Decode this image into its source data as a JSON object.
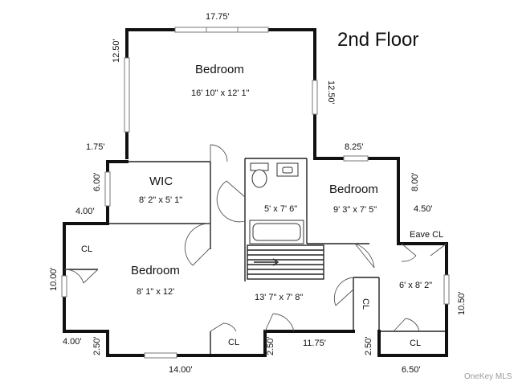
{
  "title": "2nd Floor",
  "watermark": "OneKey MLS",
  "rooms": {
    "bedroom_main": {
      "name": "Bedroom",
      "dims": "16' 10\" x 12' 1\""
    },
    "wic": {
      "name": "WIC",
      "dims": "8' 2\" x 5' 1\""
    },
    "bath": {
      "dims": "5' x 7' 6\""
    },
    "bedroom_right": {
      "name": "Bedroom",
      "dims": "9' 3\" x 7' 5\""
    },
    "eave": {
      "name": "Eave CL",
      "dims": "6' x 8' 2\""
    },
    "cl_left": {
      "name": "CL"
    },
    "bedroom_left": {
      "name": "Bedroom",
      "dims": "8' 1\" x 12'"
    },
    "hall": {
      "dims": "13' 7\" x 7' 8\""
    },
    "cl_bottom": {
      "name": "CL"
    },
    "cl_center": {
      "name": "CL"
    },
    "cl_right": {
      "name": "CL"
    }
  },
  "measurements": {
    "top_width": "17.75'",
    "top_left_height": "12.50'",
    "top_right_height": "12.50'",
    "left_jog": "1.75'",
    "wic_height": "6.00'",
    "left_step": "4.00'",
    "left_height": "10.00'",
    "bottom_left_step": "4.00'",
    "bottom_left_jog": "2.50'",
    "bottom_width": "14.00'",
    "bottom_mid_jog": "2.50'",
    "bottom_mid_width": "11.75'",
    "bottom_right_jog": "2.50'",
    "bottom_right_width": "6.50'",
    "right_height": "10.50'",
    "right_step": "4.50'",
    "right_jog": "8.00'",
    "right_top_width": "8.25'"
  }
}
